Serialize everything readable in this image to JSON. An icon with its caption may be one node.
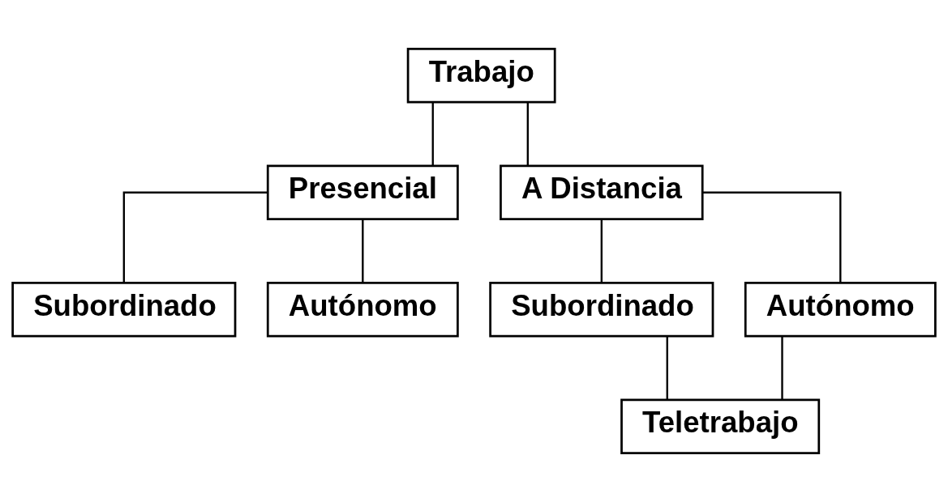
{
  "diagram": {
    "nodes": [
      {
        "text": [
          "Trabajo"
        ]
      },
      {
        "text": [
          "Presencial"
        ]
      },
      {
        "text": [
          "A Distancia"
        ]
      },
      {
        "text": [
          "Subordinado"
        ]
      },
      {
        "text": [
          "Autónomo"
        ]
      },
      {
        "text": [
          "Subordinado"
        ]
      },
      {
        "text": [
          "Autónomo"
        ]
      },
      {
        "text": [
          "Teletrabajo"
        ]
      }
    ],
    "edges": [
      {
        "from": 0,
        "to": 1,
        "arrow": "none"
      },
      {
        "from": 0,
        "to": 2,
        "arrow": "none"
      },
      {
        "from": 1,
        "to": 3,
        "arrow": "none"
      },
      {
        "from": 1,
        "to": 4,
        "arrow": "none"
      },
      {
        "from": 2,
        "to": 5,
        "arrow": "none"
      },
      {
        "from": 2,
        "to": 6,
        "arrow": "none"
      },
      {
        "from": 5,
        "to": 7,
        "arrow": "none"
      },
      {
        "from": 6,
        "to": 7,
        "arrow": "none"
      }
    ]
  }
}
